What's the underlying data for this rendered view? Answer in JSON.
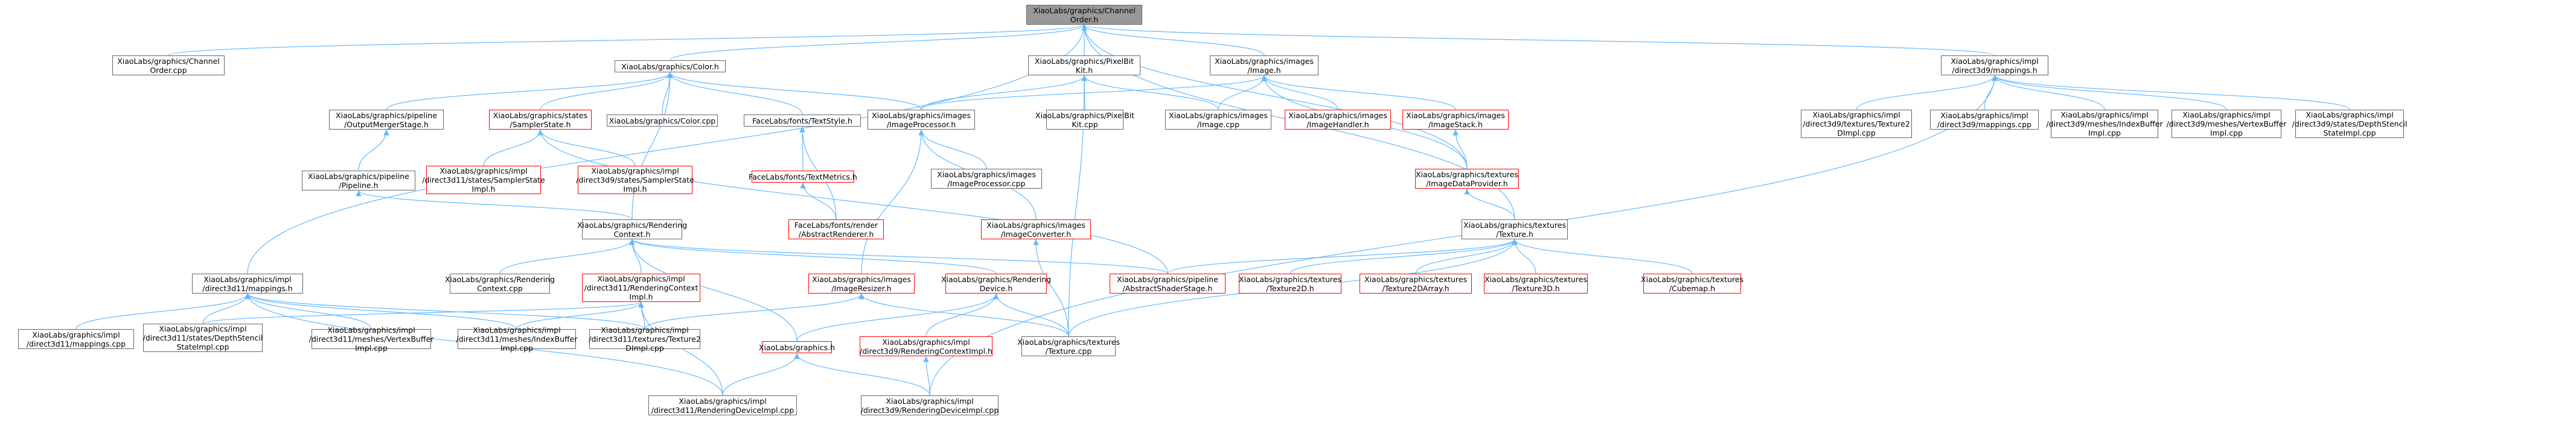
{
  "colors": {
    "edge": "#63b8ff",
    "node_border": "#666666",
    "node_red": "#ff0000",
    "root_fill": "#999999"
  },
  "nodes": [
    {
      "id": "root",
      "lines": [
        "XiaoLabs/graphics/Channel",
        "Order.h"
      ],
      "style": "root"
    },
    {
      "id": "chancpp",
      "lines": [
        "XiaoLabs/graphics/Channel",
        "Order.cpp"
      ],
      "style": "normal"
    },
    {
      "id": "color",
      "lines": [
        "XiaoLabs/graphics/Color.h"
      ],
      "style": "normal"
    },
    {
      "id": "pixelbit",
      "lines": [
        "XiaoLabs/graphics/PixelBit",
        "Kit.h"
      ],
      "style": "normal"
    },
    {
      "id": "image",
      "lines": [
        "XiaoLabs/graphics/images",
        "/Image.h"
      ],
      "style": "normal"
    },
    {
      "id": "d3d9map",
      "lines": [
        "XiaoLabs/graphics/impl",
        "/direct3d9/mappings.h"
      ],
      "style": "normal"
    },
    {
      "id": "omstage",
      "lines": [
        "XiaoLabs/graphics/pipeline",
        "/OutputMergerStage.h"
      ],
      "style": "normal"
    },
    {
      "id": "sampler",
      "lines": [
        "XiaoLabs/graphics/states",
        "/SamplerState.h"
      ],
      "style": "red"
    },
    {
      "id": "colorcpp",
      "lines": [
        "XiaoLabs/graphics/Color.cpp"
      ],
      "style": "normal"
    },
    {
      "id": "textstyle",
      "lines": [
        "FaceLabs/fonts/TextStyle.h"
      ],
      "style": "normal"
    },
    {
      "id": "imgproc",
      "lines": [
        "XiaoLabs/graphics/images",
        "/ImageProcessor.h"
      ],
      "style": "normal"
    },
    {
      "id": "pixelcpp",
      "lines": [
        "XiaoLabs/graphics/PixelBit",
        "Kit.cpp"
      ],
      "style": "normal"
    },
    {
      "id": "imagecpp",
      "lines": [
        "XiaoLabs/graphics/images",
        "/Image.cpp"
      ],
      "style": "normal"
    },
    {
      "id": "imghandler",
      "lines": [
        "XiaoLabs/graphics/images",
        "/ImageHandler.h"
      ],
      "style": "red"
    },
    {
      "id": "imgstack",
      "lines": [
        "XiaoLabs/graphics/images",
        "/ImageStack.h"
      ],
      "style": "red"
    },
    {
      "id": "d3d9tex2d",
      "lines": [
        "XiaoLabs/graphics/impl",
        "/direct3d9/textures/Texture2",
        "DImpl.cpp"
      ],
      "style": "normal"
    },
    {
      "id": "d3d9mapcpp",
      "lines": [
        "XiaoLabs/graphics/impl",
        "/direct3d9/mappings.cpp"
      ],
      "style": "normal"
    },
    {
      "id": "d3d9ib",
      "lines": [
        "XiaoLabs/graphics/impl",
        "/direct3d9/meshes/IndexBuffer",
        "Impl.cpp"
      ],
      "style": "normal"
    },
    {
      "id": "d3d9vb",
      "lines": [
        "XiaoLabs/graphics/impl",
        "/direct3d9/meshes/VertexBuffer",
        "Impl.cpp"
      ],
      "style": "normal"
    },
    {
      "id": "d3d9ds",
      "lines": [
        "XiaoLabs/graphics/impl",
        "/direct3d9/states/DepthStencil",
        "StateImpl.cpp"
      ],
      "style": "normal"
    },
    {
      "id": "pipeline",
      "lines": [
        "XiaoLabs/graphics/pipeline",
        "/Pipeline.h"
      ],
      "style": "normal"
    },
    {
      "id": "d3d11ss",
      "lines": [
        "XiaoLabs/graphics/impl",
        "/direct3d11/states/SamplerState",
        "Impl.h"
      ],
      "style": "red"
    },
    {
      "id": "d3d9ss",
      "lines": [
        "XiaoLabs/graphics/impl",
        "/direct3d9/states/SamplerState",
        "Impl.h"
      ],
      "style": "red"
    },
    {
      "id": "textmetrics",
      "lines": [
        "FaceLabs/fonts/TextMetrics.h"
      ],
      "style": "red"
    },
    {
      "id": "imgproccpp",
      "lines": [
        "XiaoLabs/graphics/images",
        "/ImageProcessor.cpp"
      ],
      "style": "normal"
    },
    {
      "id": "imgdataprov",
      "lines": [
        "XiaoLabs/graphics/textures",
        "/ImageDataProvider.h"
      ],
      "style": "red"
    },
    {
      "id": "abstractrend",
      "lines": [
        "FaceLabs/fonts/render",
        "/AbstractRenderer.h"
      ],
      "style": "red"
    },
    {
      "id": "imgconv",
      "lines": [
        "XiaoLabs/graphics/images",
        "/ImageConverter.h"
      ],
      "style": "red"
    },
    {
      "id": "rendctx",
      "lines": [
        "XiaoLabs/graphics/Rendering",
        "Context.h"
      ],
      "style": "normal"
    },
    {
      "id": "texture",
      "lines": [
        "XiaoLabs/graphics/textures",
        "/Texture.h"
      ],
      "style": "normal"
    },
    {
      "id": "d3d11map",
      "lines": [
        "XiaoLabs/graphics/impl",
        "/direct3d11/mappings.h"
      ],
      "style": "normal"
    },
    {
      "id": "rendctxcpp",
      "lines": [
        "XiaoLabs/graphics/Rendering",
        "Context.cpp"
      ],
      "style": "normal"
    },
    {
      "id": "d3d11rci",
      "lines": [
        "XiaoLabs/graphics/impl",
        "/direct3d11/RenderingContext",
        "Impl.h"
      ],
      "style": "red"
    },
    {
      "id": "imgresizer",
      "lines": [
        "XiaoLabs/graphics/images",
        "/ImageResizer.h"
      ],
      "style": "red"
    },
    {
      "id": "renddev",
      "lines": [
        "XiaoLabs/graphics/Rendering",
        "Device.h"
      ],
      "style": "red"
    },
    {
      "id": "abshader",
      "lines": [
        "XiaoLabs/graphics/pipeline",
        "/AbstractShaderStage.h"
      ],
      "style": "red"
    },
    {
      "id": "tex2d",
      "lines": [
        "XiaoLabs/graphics/textures",
        "/Texture2D.h"
      ],
      "style": "red"
    },
    {
      "id": "tex2darr",
      "lines": [
        "XiaoLabs/graphics/textures",
        "/Texture2DArray.h"
      ],
      "style": "red"
    },
    {
      "id": "tex3d",
      "lines": [
        "XiaoLabs/graphics/textures",
        "/Texture3D.h"
      ],
      "style": "red"
    },
    {
      "id": "cubemap",
      "lines": [
        "XiaoLabs/graphics/textures",
        "/Cubemap.h"
      ],
      "style": "red"
    },
    {
      "id": "d3d11mapcpp",
      "lines": [
        "XiaoLabs/graphics/impl",
        "/direct3d11/mappings.cpp"
      ],
      "style": "normal"
    },
    {
      "id": "d3d11ds",
      "lines": [
        "XiaoLabs/graphics/impl",
        "/direct3d11/states/DepthStencil",
        "StateImpl.cpp"
      ],
      "style": "normal"
    },
    {
      "id": "d3d11vb",
      "lines": [
        "XiaoLabs/graphics/impl",
        "/direct3d11/meshes/VertexBuffer",
        "Impl.cpp"
      ],
      "style": "normal"
    },
    {
      "id": "d3d11ib",
      "lines": [
        "XiaoLabs/graphics/impl",
        "/direct3d11/meshes/IndexBuffer",
        "Impl.cpp"
      ],
      "style": "normal"
    },
    {
      "id": "d3d11tex2d",
      "lines": [
        "XiaoLabs/graphics/impl",
        "/direct3d11/textures/Texture2",
        "DImpl.cpp"
      ],
      "style": "normal"
    },
    {
      "id": "graphics",
      "lines": [
        "XiaoLabs/graphics.h"
      ],
      "style": "red"
    },
    {
      "id": "d3d9rci",
      "lines": [
        "XiaoLabs/graphics/impl",
        "/direct3d9/RenderingContextImpl.h"
      ],
      "style": "red"
    },
    {
      "id": "texcpp",
      "lines": [
        "XiaoLabs/graphics/textures",
        "/Texture.cpp"
      ],
      "style": "normal"
    },
    {
      "id": "d3d11rdi",
      "lines": [
        "XiaoLabs/graphics/impl",
        "/direct3d11/RenderingDeviceImpl.cpp"
      ],
      "style": "normal"
    },
    {
      "id": "d3d9rdi",
      "lines": [
        "XiaoLabs/graphics/impl",
        "/direct3d9/RenderingDeviceImpl.cpp"
      ],
      "style": "normal"
    }
  ],
  "edges": [
    [
      "chancpp",
      "root"
    ],
    [
      "color",
      "root"
    ],
    [
      "pixelbit",
      "root"
    ],
    [
      "image",
      "root"
    ],
    [
      "d3d9map",
      "root"
    ],
    [
      "d3d11map",
      "root"
    ],
    [
      "texture",
      "root"
    ],
    [
      "imgdataprov",
      "root"
    ],
    [
      "colorcpp",
      "color"
    ],
    [
      "omstage",
      "color"
    ],
    [
      "sampler",
      "color"
    ],
    [
      "textstyle",
      "color"
    ],
    [
      "imgproc",
      "color"
    ],
    [
      "rendctx",
      "color"
    ],
    [
      "pixelcpp",
      "pixelbit"
    ],
    [
      "imagecpp",
      "pixelbit"
    ],
    [
      "imgproc",
      "pixelbit"
    ],
    [
      "texcpp",
      "pixelbit"
    ],
    [
      "imgproc",
      "image"
    ],
    [
      "imagecpp",
      "image"
    ],
    [
      "imghandler",
      "image"
    ],
    [
      "imgstack",
      "image"
    ],
    [
      "imgdataprov",
      "image"
    ],
    [
      "d3d9tex2d",
      "d3d9map"
    ],
    [
      "d3d9mapcpp",
      "d3d9map"
    ],
    [
      "d3d9ib",
      "d3d9map"
    ],
    [
      "d3d9vb",
      "d3d9map"
    ],
    [
      "d3d9ds",
      "d3d9map"
    ],
    [
      "d3d9rdi",
      "d3d9map"
    ],
    [
      "pipeline",
      "omstage"
    ],
    [
      "d3d11ss",
      "sampler"
    ],
    [
      "d3d9ss",
      "sampler"
    ],
    [
      "abshader",
      "sampler"
    ],
    [
      "textmetrics",
      "textstyle"
    ],
    [
      "abstractrend",
      "textstyle"
    ],
    [
      "imgproccpp",
      "imgproc"
    ],
    [
      "imgconv",
      "imgproc"
    ],
    [
      "imgresizer",
      "imgproc"
    ],
    [
      "abstractrend",
      "textmetrics"
    ],
    [
      "imgdataprov",
      "imgstack"
    ],
    [
      "texture",
      "imgdataprov"
    ],
    [
      "texcpp",
      "imgconv"
    ],
    [
      "rendctx",
      "pipeline"
    ],
    [
      "rendctxcpp",
      "rendctx"
    ],
    [
      "d3d11rci",
      "rendctx"
    ],
    [
      "renddev",
      "rendctx"
    ],
    [
      "abshader",
      "rendctx"
    ],
    [
      "graphics",
      "rendctx"
    ],
    [
      "abshader",
      "texture"
    ],
    [
      "tex2d",
      "texture"
    ],
    [
      "tex2darr",
      "texture"
    ],
    [
      "tex3d",
      "texture"
    ],
    [
      "cubemap",
      "texture"
    ],
    [
      "texcpp",
      "texture"
    ],
    [
      "d3d11mapcpp",
      "d3d11map"
    ],
    [
      "d3d11ds",
      "d3d11map"
    ],
    [
      "d3d11vb",
      "d3d11map"
    ],
    [
      "d3d11ib",
      "d3d11map"
    ],
    [
      "d3d11tex2d",
      "d3d11map"
    ],
    [
      "d3d11rdi",
      "d3d11map"
    ],
    [
      "d3d11ds",
      "d3d11rci"
    ],
    [
      "d3d11ib",
      "d3d11rci"
    ],
    [
      "d3d11tex2d",
      "d3d11rci"
    ],
    [
      "d3d11rdi",
      "d3d11rci"
    ],
    [
      "d3d11tex2d",
      "imgresizer"
    ],
    [
      "texcpp",
      "imgresizer"
    ],
    [
      "graphics",
      "renddev"
    ],
    [
      "d3d9rci",
      "renddev"
    ],
    [
      "texcpp",
      "renddev"
    ],
    [
      "d3d11rdi",
      "graphics"
    ],
    [
      "d3d9rdi",
      "graphics"
    ],
    [
      "d3d9rdi",
      "d3d9rci"
    ]
  ]
}
